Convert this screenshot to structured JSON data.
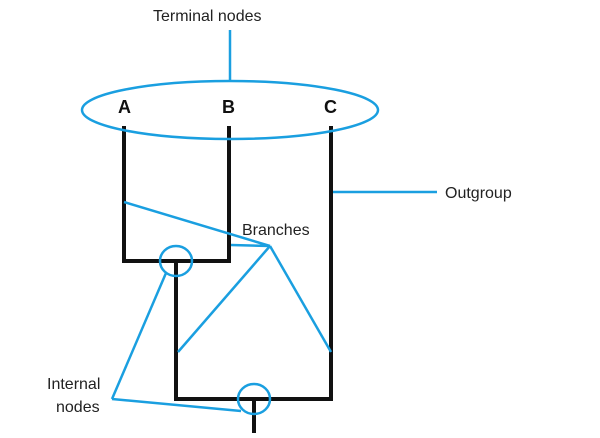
{
  "diagram": {
    "type": "phylogenetic-tree",
    "colors": {
      "tree": "#111111",
      "annotation": "#1a9fe0",
      "text": "#222222"
    },
    "taxa": [
      "A",
      "B",
      "C"
    ],
    "labels": {
      "terminal_nodes": "Terminal nodes",
      "branches": "Branches",
      "outgroup": "Outgroup",
      "internal_nodes_line1": "Internal",
      "internal_nodes_line2": "nodes"
    },
    "tree": {
      "clades": [
        {
          "name": "AB",
          "members": [
            "A",
            "B"
          ]
        },
        {
          "name": "root",
          "members": [
            "AB",
            "C"
          ]
        }
      ],
      "outgroup": "C"
    }
  }
}
